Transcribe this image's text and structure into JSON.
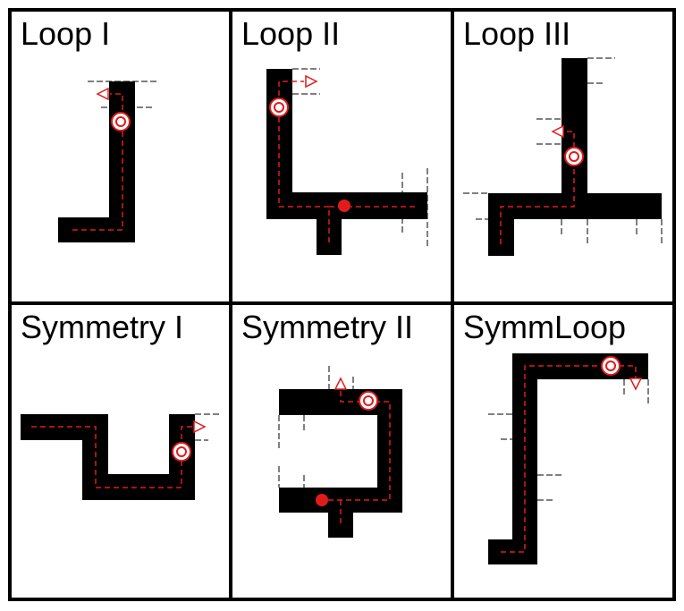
{
  "panels": [
    {
      "title": "Loop I"
    },
    {
      "title": "Loop II"
    },
    {
      "title": "Loop III"
    },
    {
      "title": "Symmetry I"
    },
    {
      "title": "Symmetry II"
    },
    {
      "title": "SymmLoop"
    }
  ],
  "colors": {
    "wall": "#000000",
    "path": "#e11b1b",
    "background": "#ffffff"
  },
  "legend_icons": {
    "hollow_marker": "circle-ring-icon",
    "filled_marker": "filled-dot-icon",
    "direction": "arrow-icon"
  }
}
